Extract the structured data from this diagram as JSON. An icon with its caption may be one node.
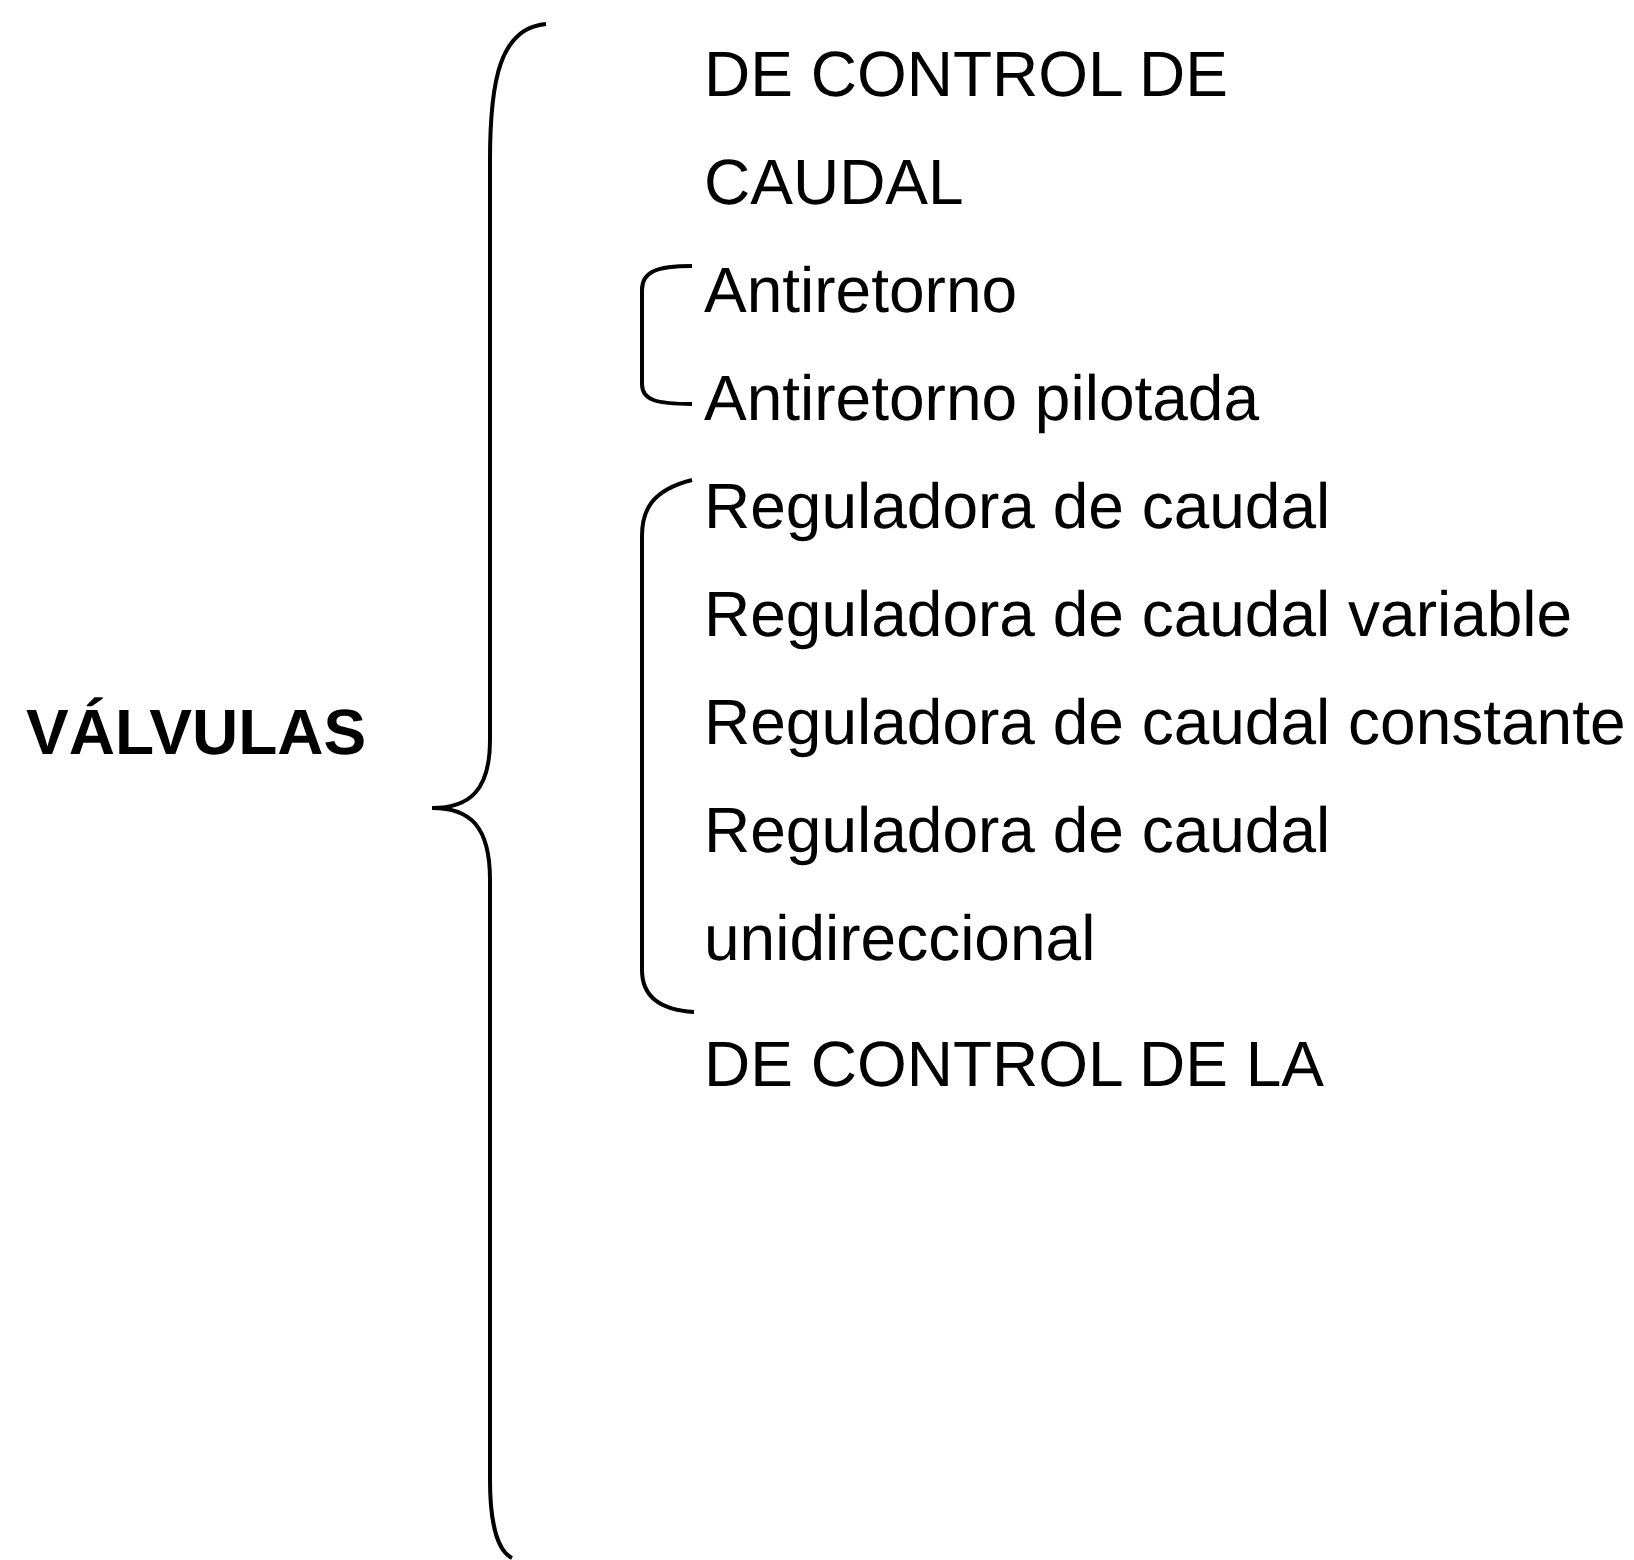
{
  "diagram": {
    "labels": [
      "VÁLVULAS",
      "DE CONTROL DE CAUDAL",
      "Antiretorno",
      "Antiretorno pilotada",
      "Reguladora de caudal",
      "Reguladora de caudal variable",
      "Reguladora de caudal constante",
      "Reguladora de caudal unidireccional",
      "DE CONTROL DE LA"
    ]
  }
}
